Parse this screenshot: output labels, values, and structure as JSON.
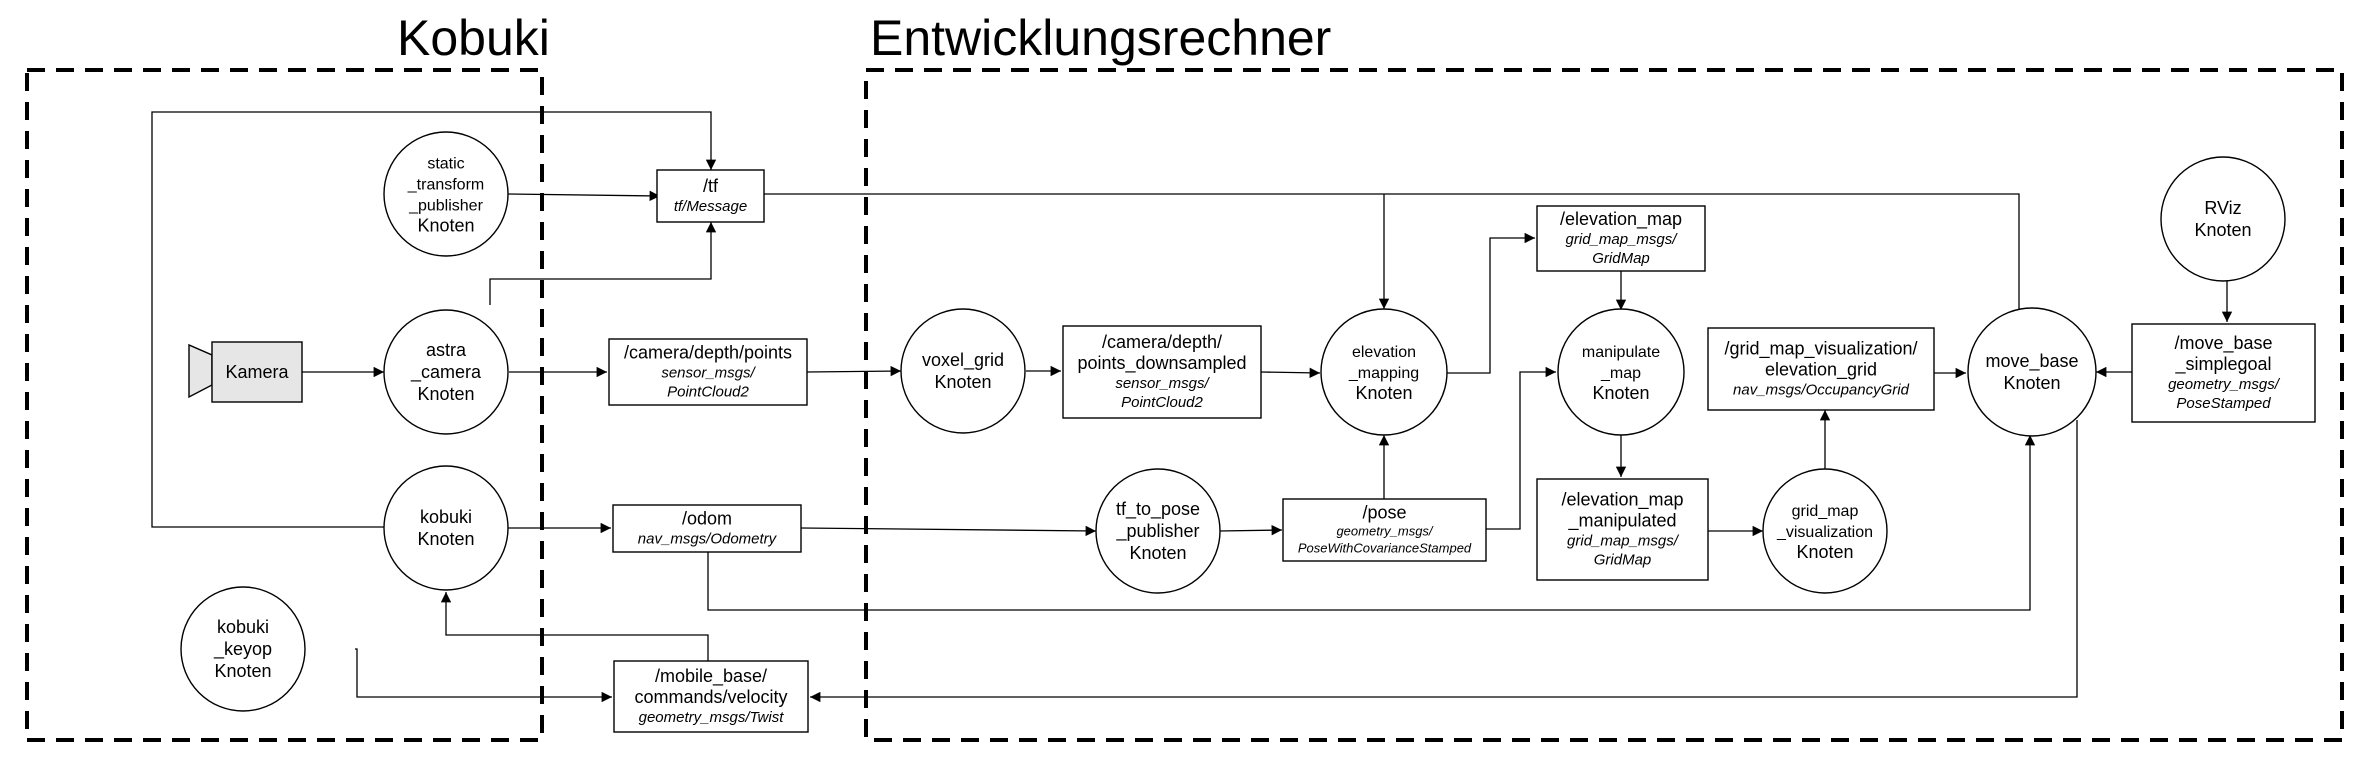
{
  "regions": {
    "kobuki": "Kobuki",
    "dev": "Entwicklungsrechner"
  },
  "nodes": {
    "static_tf": [
      "static",
      "_transform",
      "_publisher",
      "Knoten"
    ],
    "astra": [
      "astra",
      "_camera",
      "Knoten"
    ],
    "kobuki": [
      "kobuki",
      "Knoten"
    ],
    "keyop": [
      "kobuki",
      "_keyop",
      "Knoten"
    ],
    "voxel": [
      "voxel_grid",
      "Knoten"
    ],
    "elev_map": [
      "elevation",
      "_mapping",
      "Knoten"
    ],
    "manip": [
      "manipulate",
      "_map",
      "Knoten"
    ],
    "tfpose": [
      "tf_to_pose",
      "_publisher",
      "Knoten"
    ],
    "gridviz": [
      "grid_map",
      "_visualization",
      "Knoten"
    ],
    "move_base": [
      "move_base",
      "Knoten"
    ],
    "rviz": [
      "RViz",
      "Knoten"
    ]
  },
  "camera": {
    "label": "Kamera"
  },
  "topics": {
    "tf": {
      "name": [
        "/tf"
      ],
      "type": [
        "tf/Message"
      ]
    },
    "points": {
      "name": [
        "/camera/depth/points"
      ],
      "type": [
        "sensor_msgs/",
        "PointCloud2"
      ]
    },
    "odom": {
      "name": [
        "/odom"
      ],
      "type": [
        "nav_msgs/Odometry"
      ]
    },
    "velocity": {
      "name": [
        "/mobile_base/",
        "commands/velocity"
      ],
      "type": [
        "geometry_msgs/Twist"
      ]
    },
    "downsampled": {
      "name": [
        "/camera/depth/",
        "points_downsampled"
      ],
      "type": [
        "sensor_msgs/",
        "PointCloud2"
      ]
    },
    "pose": {
      "name": [
        "/pose"
      ],
      "type": [
        "geometry_msgs/",
        "PoseWithCovarianceStamped"
      ]
    },
    "elevation_map": {
      "name": [
        "/elevation_map"
      ],
      "type": [
        "grid_map_msgs/",
        "GridMap"
      ]
    },
    "manipulated": {
      "name": [
        "/elevation_map",
        "_manipulated"
      ],
      "type": [
        "grid_map_msgs/",
        "GridMap"
      ]
    },
    "viz_grid": {
      "name": [
        "/grid_map_visualization/",
        "elevation_grid"
      ],
      "type": [
        "nav_msgs/OccupancyGrid"
      ]
    },
    "simplegoal": {
      "name": [
        "/move_base",
        "_simplegoal"
      ],
      "type": [
        "geometry_msgs/",
        "PoseStamped"
      ]
    }
  }
}
